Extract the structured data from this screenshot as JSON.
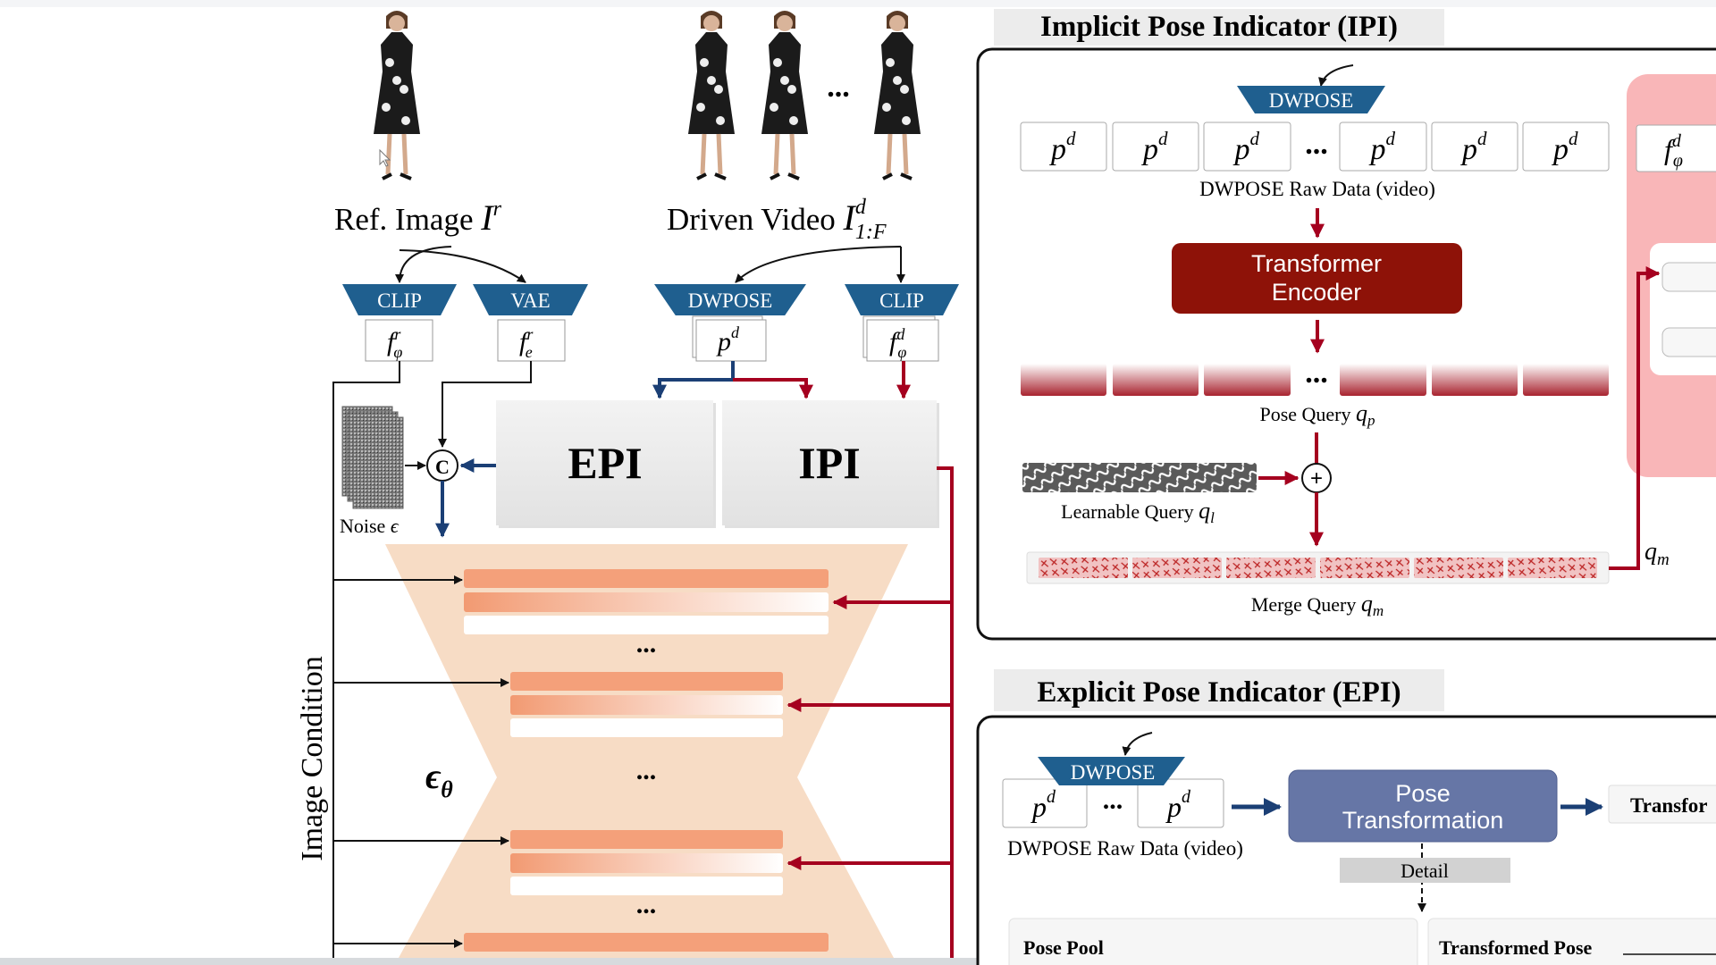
{
  "left": {
    "ref_image_label": "Ref. Image",
    "ref_image_symbol": "I",
    "ref_image_sup": "r",
    "driven_video_label": "Driven Video",
    "driven_video_symbol": "I",
    "driven_video_sup": "d",
    "driven_video_sub": "1:F",
    "ellipsis": "...",
    "encoders": [
      "CLIP",
      "VAE",
      "DWPOSE",
      "CLIP"
    ],
    "f_symbol": "f",
    "f_phi_sub": "φ",
    "f_e_sub": "e",
    "sup_r": "r",
    "sup_d": "d",
    "p_symbol": "p",
    "epi_label": "EPI",
    "ipi_label": "IPI",
    "concat_symbol": "C",
    "noise_label": "Noise",
    "noise_symbol": "ϵ",
    "image_condition_label": "Image Condition",
    "unet_symbol": "ϵ",
    "unet_sub": "θ"
  },
  "ipi": {
    "title": "Implicit Pose Indicator (IPI)",
    "dwpose_label": "DWPOSE",
    "raw_data_label": "DWPOSE Raw Data (video)",
    "transformer_line1": "Transformer",
    "transformer_line2": "Encoder",
    "pose_query_label": "Pose Query",
    "pose_query_symbol": "q",
    "pose_query_sub": "p",
    "plus_symbol": "+",
    "learnable_query_label": "Learnable Query",
    "learnable_query_symbol": "q",
    "learnable_query_sub": "l",
    "merge_query_label": "Merge Query",
    "merge_query_symbol": "q",
    "merge_query_sub": "m",
    "ellipsis": "..."
  },
  "epi": {
    "title": "Explicit Pose Indicator (EPI)",
    "dwpose_label": "DWPOSE",
    "raw_data_label": "DWPOSE Raw Data (video)",
    "pose_transformation_line1": "Pose",
    "pose_transformation_line2": "Transformation",
    "transformed_output_label": "Transfor",
    "detail_label": "Detail",
    "pose_pool_label": "Pose Pool",
    "transformed_pose_label": "Transformed Pose",
    "ellipsis": "..."
  },
  "colors": {
    "encoder_blue": "#1f5f8f",
    "arrow_blue": "#1b3f75",
    "arrow_red": "#a5001f",
    "transformer_red": "#8e1208",
    "pose_transform_blue": "#6676a6",
    "unet_peach": "#f7dcc5",
    "bar_orange": "#f4a07a"
  }
}
